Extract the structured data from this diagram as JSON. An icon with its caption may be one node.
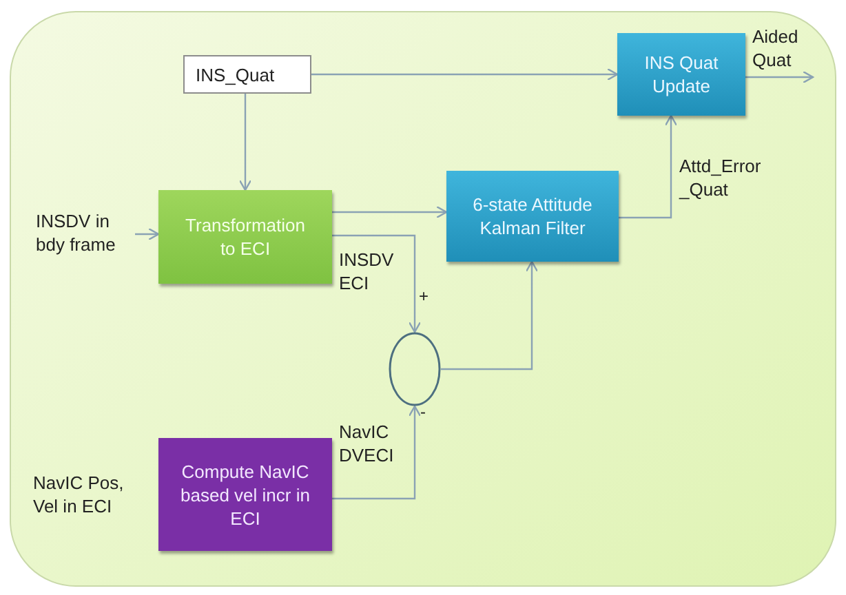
{
  "diagram": {
    "nodes": [
      {
        "text": [
          "INS_Quat"
        ]
      },
      {
        "text": [
          "INS Quat Update"
        ]
      },
      {
        "text": [
          "INSDV in bdy frame"
        ]
      },
      {
        "text": [
          "Transformation to ECI"
        ]
      },
      {
        "text": [
          "6-state Attitude Kalman Filter"
        ]
      },
      {
        "text": [],
        "shape": "circle"
      },
      {
        "text": [
          "NavIC Pos, Vel in ECI"
        ]
      },
      {
        "text": [
          "Compute NavIC based vel incr in ECI"
        ]
      }
    ],
    "edges": [
      {
        "from": 0,
        "to": 1,
        "arrow": "to"
      },
      {
        "from": 0,
        "to": 3,
        "arrow": "to"
      },
      {
        "from": 2,
        "to": 3,
        "arrow": "to"
      },
      {
        "from": 3,
        "to": 4,
        "arrow": "to"
      },
      {
        "from": 3,
        "to": 5,
        "arrow": "to",
        "label": "INSDV ECI"
      },
      {
        "from": 7,
        "to": 5,
        "arrow": "to",
        "label": "NavIC DVECI"
      },
      {
        "from": 5,
        "to": 4,
        "arrow": "to"
      },
      {
        "from": 4,
        "to": 1,
        "arrow": "to",
        "label": "Attd_Error _Quat"
      },
      {
        "from": 1,
        "to": null,
        "arrow": "to",
        "label": "Aided Quat"
      }
    ],
    "labels": [
      "+",
      "-"
    ]
  }
}
